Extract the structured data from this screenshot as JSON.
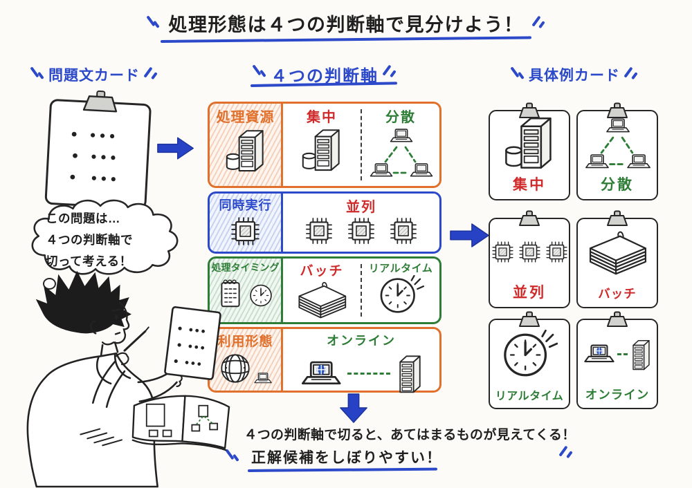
{
  "title": {
    "text": "処理形態は４つの判断軸で見分けよう！"
  },
  "problem_card": {
    "label": "問題文カード"
  },
  "axes": {
    "heading": "４つの判断軸",
    "rows": [
      {
        "name": "処理資源",
        "options": {
          "a": "集中",
          "b": "分散"
        }
      },
      {
        "name": "同時実行",
        "options": {
          "a": "並列"
        }
      },
      {
        "name": "処理タイミング",
        "options": {
          "a": "バッチ",
          "b": "リアルタイム"
        }
      },
      {
        "name": "利用形態",
        "options": {
          "a": "オンライン"
        }
      }
    ]
  },
  "examples": {
    "heading": "具体例カード",
    "cards": [
      {
        "label": "集中",
        "icon": "server-database-icon"
      },
      {
        "label": "分散",
        "icon": "distributed-laptops-icon"
      },
      {
        "label": "並列",
        "icon": "cpu-chips-icon"
      },
      {
        "label": "バッチ",
        "icon": "paper-stack-icon"
      },
      {
        "label": "リアルタイム",
        "icon": "alarm-clock-icon"
      },
      {
        "label": "オンライン",
        "icon": "laptop-server-icon"
      }
    ]
  },
  "thought_bubble": {
    "line1": "この問題は…",
    "line2": "４つの判断軸で",
    "line3": "切って考える！"
  },
  "footer": {
    "line1": "４つの判断軸で切ると、あてはまるものが見えてくる！",
    "line2": "正解候補をしぼりやすい！"
  },
  "colors": {
    "accent_blue": "#2b49c8",
    "orange": "#e0702b",
    "red": "#cf2b2b",
    "green": "#2e7d36",
    "ink": "#262626"
  }
}
